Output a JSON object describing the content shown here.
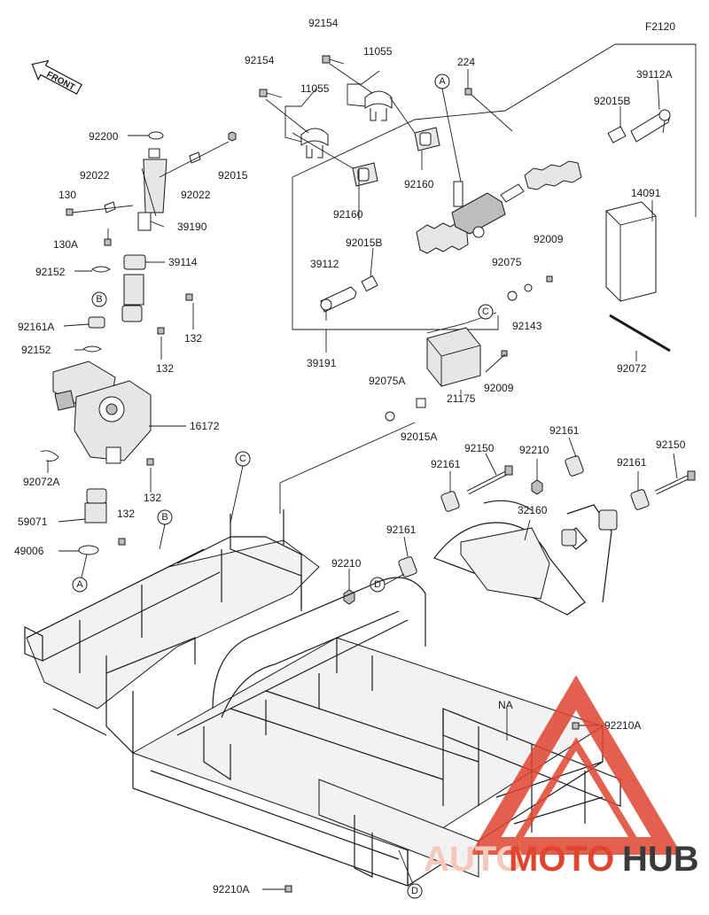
{
  "figure_code": "F2120",
  "front_label": "FRONT",
  "callouts": {
    "c_92154_a": "92154",
    "c_92154_b": "92154",
    "c_11055_a": "11055",
    "c_11055_b": "11055",
    "c_224": "224",
    "c_39112A": "39112A",
    "c_92015B_a": "92015B",
    "c_92200": "92200",
    "c_92022_a": "92022",
    "c_92022_b": "92022",
    "c_92015": "92015",
    "c_130": "130",
    "c_130A": "130A",
    "c_39190": "39190",
    "c_92160_a": "92160",
    "c_92160_b": "92160",
    "c_14091": "14091",
    "c_92152_a": "92152",
    "c_39114": "39114",
    "c_39112": "39112",
    "c_92015B_b": "92015B",
    "c_92009_a": "92009",
    "c_92075": "92075",
    "c_92161A": "92161A",
    "c_132_a": "132",
    "c_92143": "92143",
    "c_92152_b": "92152",
    "c_132_b": "132",
    "c_39191": "39191",
    "c_92009_b": "92009",
    "c_92072": "92072",
    "c_92075A": "92075A",
    "c_21175": "21175",
    "c_16172": "16172",
    "c_92015A": "92015A",
    "c_92161_a": "92161",
    "c_92150_a": "92150",
    "c_92210_a": "92210",
    "c_92161_b": "92161",
    "c_92150_b": "92150",
    "c_92072A": "92072A",
    "c_132_c": "132",
    "c_92161_c": "92161",
    "c_92161_d": "92161",
    "c_32160": "32160",
    "c_59071": "59071",
    "c_132_d": "132",
    "c_49006": "49006",
    "c_92210_b": "92210",
    "c_NA": "NA",
    "c_92210A_a": "92210A",
    "c_92210A_b": "92210A"
  },
  "refs": {
    "A": "A",
    "B": "B",
    "C": "C",
    "D": "D"
  },
  "watermark": {
    "part1": "AUTO",
    "part2": "MOTO",
    "part3": "HUB",
    "color_light": "#f5c9b8",
    "color_red": "#e04530",
    "color_dark": "#3a3a3a"
  }
}
